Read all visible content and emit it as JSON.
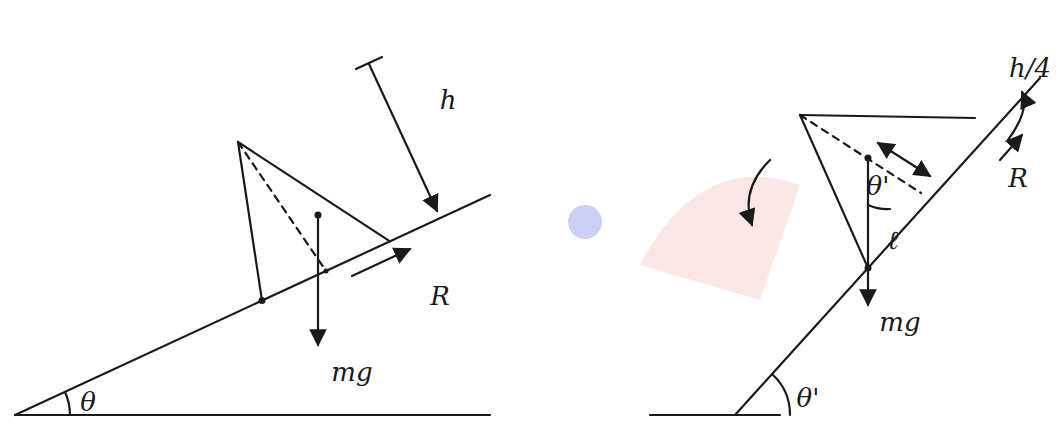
{
  "diagram": {
    "labels": [
      "h",
      "R",
      "mg",
      "θ",
      "h/4",
      "R",
      "θ'",
      "ℓ",
      "mg",
      "θ'"
    ]
  }
}
